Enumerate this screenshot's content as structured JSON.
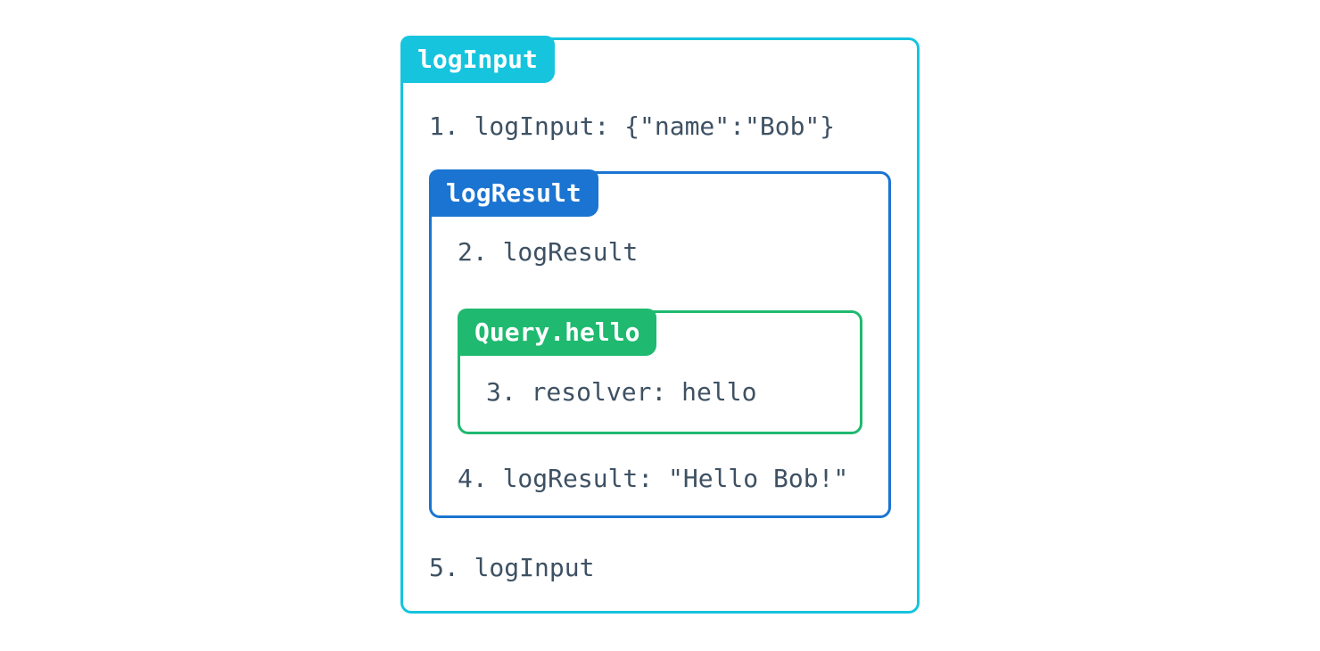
{
  "figure": {
    "description": "Nested execution-order diagram of wrapped handlers",
    "background": "#ffffff",
    "text_color": "#3E5163",
    "boxes": [
      {
        "id": "logInput",
        "label": "logInput",
        "accent": "#16C4DE"
      },
      {
        "id": "logResult",
        "label": "logResult",
        "accent": "#1B74D1"
      },
      {
        "id": "queryHello",
        "label": "Query.hello",
        "accent": "#1FB96F"
      }
    ],
    "steps": [
      "1. logInput: {\"name\":\"Bob\"}",
      "2. logResult",
      "3. resolver: hello",
      "4. logResult: \"Hello Bob!\"",
      "5. logInput"
    ]
  }
}
